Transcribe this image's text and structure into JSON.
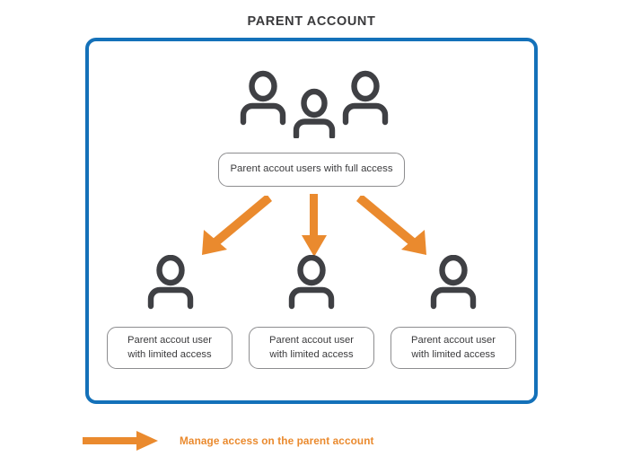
{
  "diagram": {
    "title": "PARENT ACCOUNT",
    "frame_name": "parent-account-frame",
    "colors": {
      "frame_border": "#1471b9",
      "arrow_orange": "#ea8a2e",
      "icon_dark": "#3f4044",
      "pill_border": "#8d8d8f",
      "title_text": "#3a3a3c",
      "body_text": "#3b3b3d",
      "background": "#ffffff"
    },
    "top_group": {
      "icon": "three-users-icon",
      "user_count": 3,
      "label": "Parent accout users with full access"
    },
    "children": [
      {
        "icon": "single-user-icon",
        "label_line1": "Parent accout user",
        "label_line2": "with limited access",
        "arrow": "arrow-down-left-icon"
      },
      {
        "icon": "single-user-icon",
        "label_line1": "Parent accout user",
        "label_line2": "with limited access",
        "arrow": "arrow-down-icon"
      },
      {
        "icon": "single-user-icon",
        "label_line1": "Parent accout user",
        "label_line2": "with limited access",
        "arrow": "arrow-down-right-icon"
      }
    ],
    "legend": {
      "icon": "arrow-right-icon",
      "label": "Manage access on the parent account"
    }
  }
}
